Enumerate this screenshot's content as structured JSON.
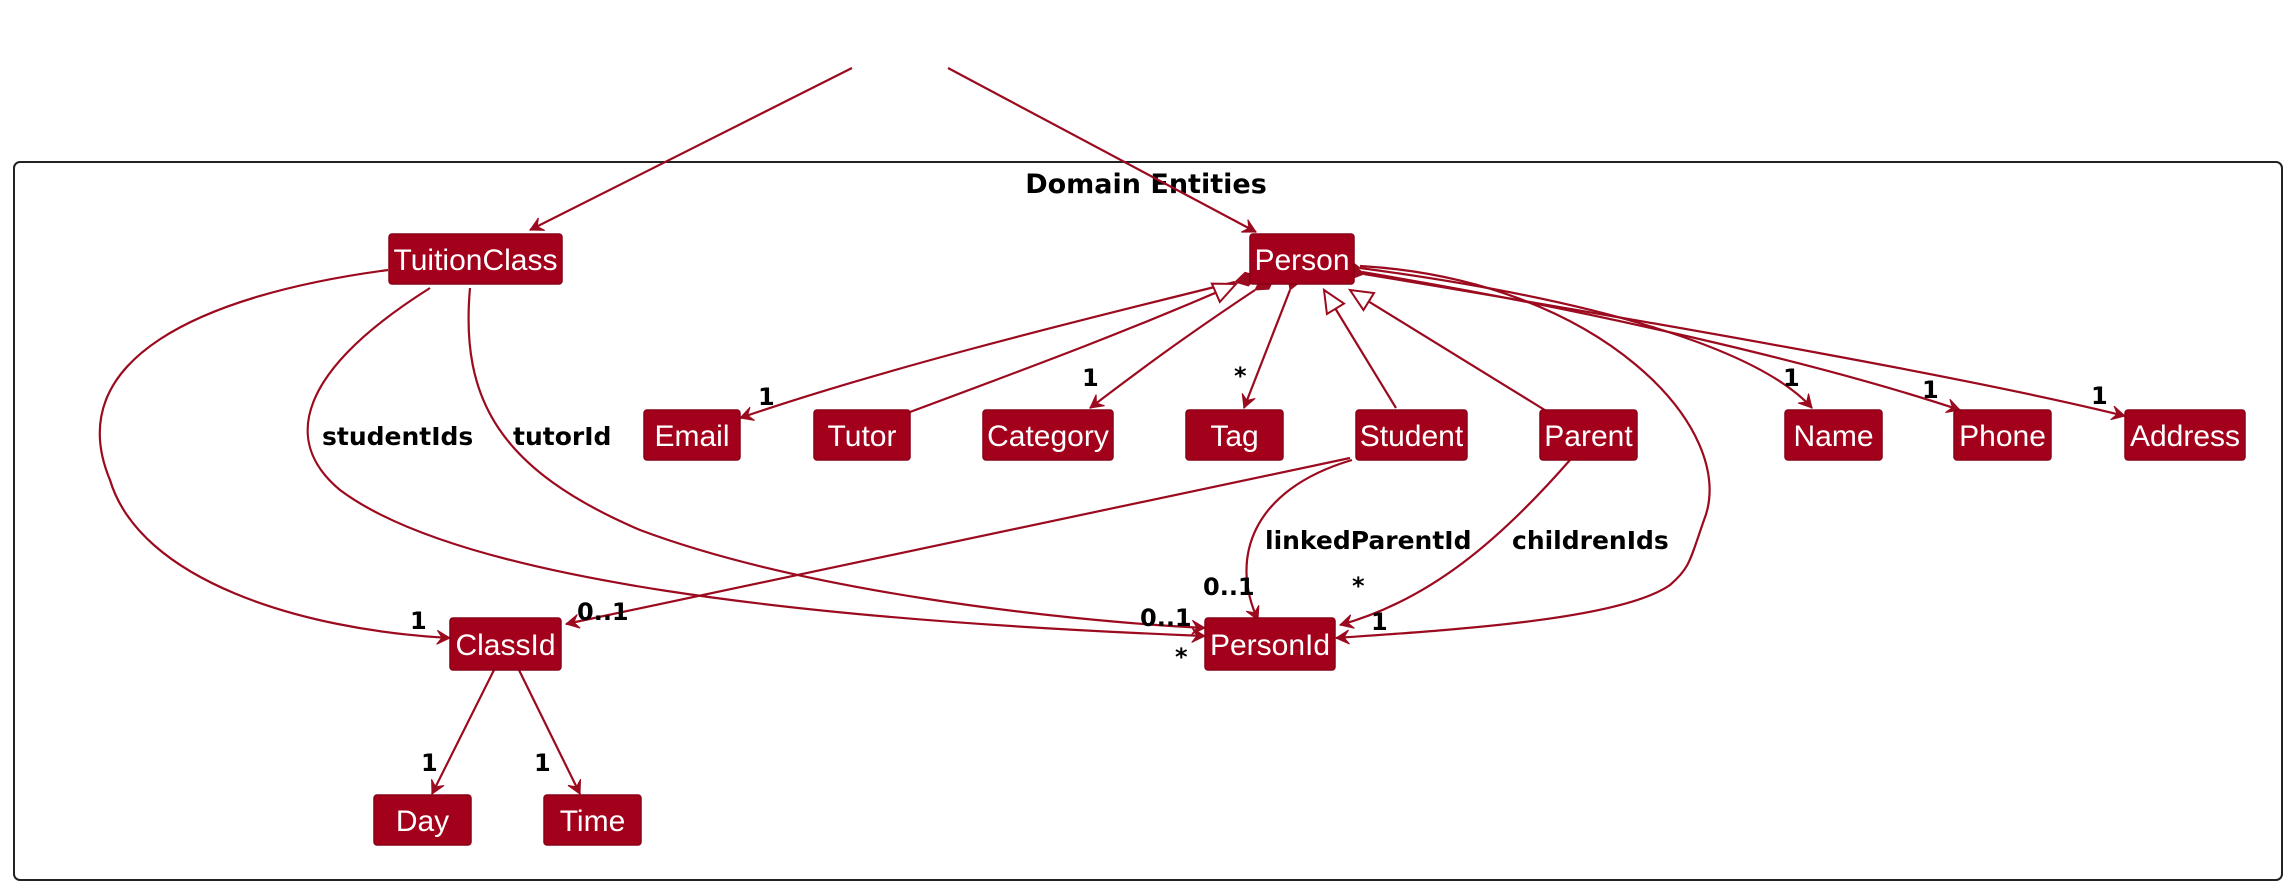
{
  "package": {
    "title": "Domain Entities"
  },
  "classes": {
    "tuitionclass": "TuitionClass",
    "person": "Person",
    "email": "Email",
    "tutor": "Tutor",
    "category": "Category",
    "tag": "Tag",
    "student": "Student",
    "parent": "Parent",
    "name": "Name",
    "phone": "Phone",
    "address": "Address",
    "classid": "ClassId",
    "personid": "PersonId",
    "day": "Day",
    "time": "Time"
  },
  "roles": {
    "studentIds": "studentIds",
    "tutorId": "tutorId",
    "linkedParentId": "linkedParentId",
    "childrenIds": "childrenIds"
  },
  "multiplicities": {
    "email": "1",
    "category": "1",
    "tag": "*",
    "name": "1",
    "phone": "1",
    "address": "1",
    "classid_from_tuition": "1",
    "classid_from_student": "0..1",
    "personid_tutor": "0..1",
    "personid_students": "*",
    "personid_linkedparent": "0..1",
    "personid_children": "*",
    "personid_person": "1",
    "day": "1",
    "time": "1"
  },
  "colors": {
    "node_fill": "#a3001b",
    "node_text": "#ffffff",
    "edge": "#9b0a1e"
  }
}
